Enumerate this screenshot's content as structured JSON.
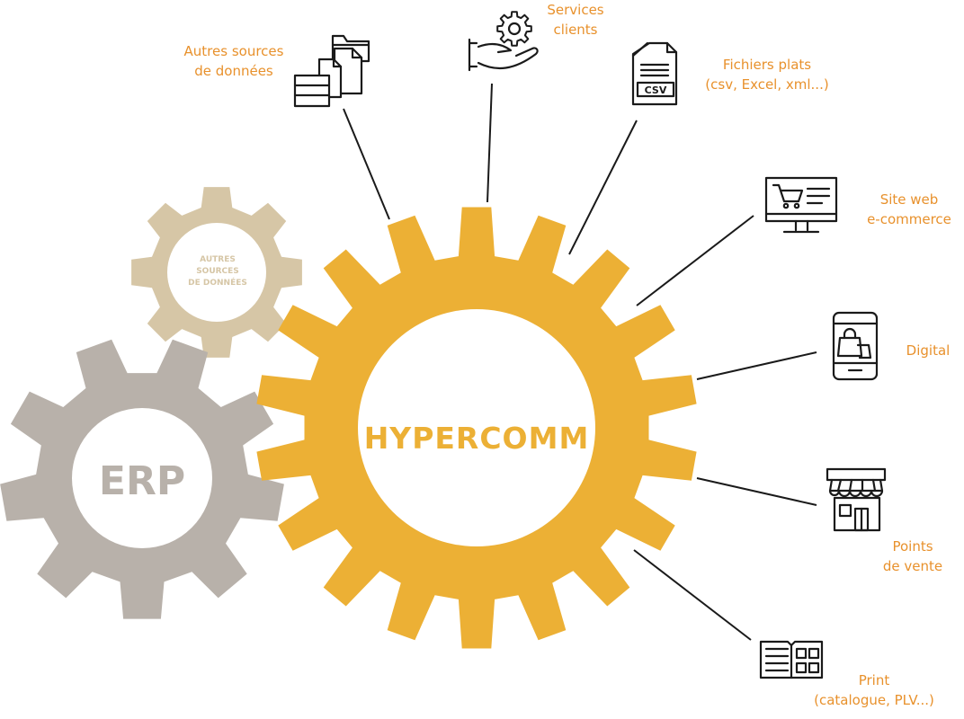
{
  "colors": {
    "hub_gear": "#ecb035",
    "erp_gear": "#b8b1aa",
    "sources_gear": "#d6c6a6",
    "label_text": "#e8912c",
    "icon_stroke": "#1a1a1a",
    "line": "#1a1a1a"
  },
  "gears": {
    "hub": {
      "label": "HYPERCOMM"
    },
    "erp": {
      "label": "ERP"
    },
    "sources": {
      "label_lines": [
        "AUTRES",
        "SOURCES",
        "DE DONNÉES"
      ]
    }
  },
  "nodes": {
    "autres_sources": {
      "lines": [
        "Autres sources",
        "de données"
      ],
      "icon": "database-files-icon"
    },
    "services_clients": {
      "lines": [
        "Services",
        "clients"
      ],
      "icon": "hand-gear-icon"
    },
    "fichiers_plats": {
      "lines": [
        "Fichiers plats",
        "(csv, Excel, xml...)"
      ],
      "icon": "csv-file-icon",
      "icon_text": "CSV"
    },
    "site_web": {
      "lines": [
        "Site web",
        "e-commerce"
      ],
      "icon": "monitor-cart-icon"
    },
    "digital": {
      "lines": [
        "Digital"
      ],
      "icon": "phone-bag-icon"
    },
    "points_vente": {
      "lines": [
        "Points",
        "de vente"
      ],
      "icon": "storefront-icon"
    },
    "print": {
      "lines": [
        "Print",
        "(catalogue, PLV...)"
      ],
      "icon": "open-catalog-icon"
    }
  }
}
